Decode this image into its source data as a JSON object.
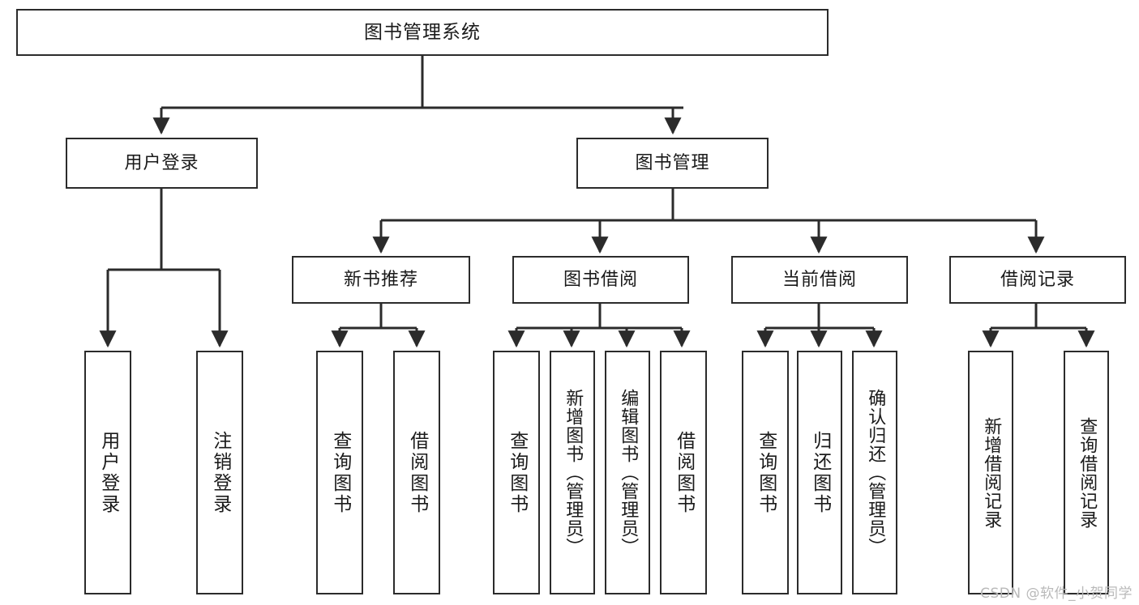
{
  "diagram": {
    "title": "图书管理系统",
    "watermark": "CSDN @软件_小贺同学",
    "style": {
      "border_color": "#2b2b2b",
      "line_color": "#2b2b2b",
      "background": "#ffffff",
      "text_color": "#1a1a1a",
      "watermark_color": "#b9b9b9"
    },
    "nodes": {
      "root": {
        "label": "图书管理系统"
      },
      "level2": [
        {
          "label": "用户登录"
        },
        {
          "label": "图书管理"
        }
      ],
      "level3": [
        {
          "label": "新书推荐"
        },
        {
          "label": "图书借阅"
        },
        {
          "label": "当前借阅"
        },
        {
          "label": "借阅记录"
        }
      ],
      "leaves": {
        "user_login": [
          {
            "label": "用户登录"
          },
          {
            "label": "注销登录"
          }
        ],
        "new_book_recommend": [
          {
            "label": "查询图书"
          },
          {
            "label": "借阅图书"
          }
        ],
        "book_borrow": [
          {
            "label": "查询图书"
          },
          {
            "label": "新增图书（管理员）"
          },
          {
            "label": "编辑图书（管理员）"
          },
          {
            "label": "借阅图书"
          }
        ],
        "current_borrow": [
          {
            "label": "查询图书"
          },
          {
            "label": "归还图书"
          },
          {
            "label": "确认归还（管理员）"
          }
        ],
        "borrow_record": [
          {
            "label": "新增借阅记录"
          },
          {
            "label": "查询借阅记录"
          }
        ]
      }
    }
  }
}
